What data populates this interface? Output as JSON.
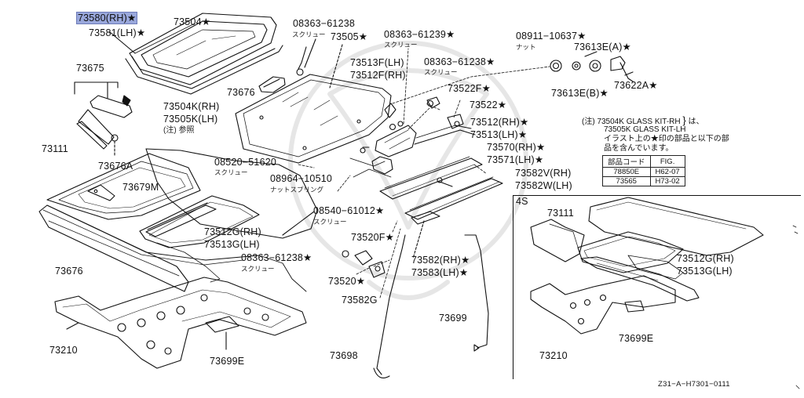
{
  "labels": {
    "p73580": "73580(RH)★",
    "p73581": "73581(LH)★",
    "p73504": "73504★",
    "p08363_61238a": "08363−61238",
    "p73505": "73505★",
    "p08363_61239": "08363−61239★",
    "p08911": "08911−10637★",
    "p73613E_A": "73613E(A)★",
    "p73675": "73675",
    "p73513F": "73513F(LH)",
    "p73512F": "73512F(RH)",
    "p08363_61238b": "08363−61238★",
    "p73676_top": "73676",
    "p73622A": "73622A★",
    "p73613E_B": "73613E(B)★",
    "p73522F": "73522F★",
    "p73504K": "73504K(RH)",
    "p73505K": "73505K(LH)",
    "p73522": "73522★",
    "p73512_RH": "73512(RH)★",
    "p73513_LH": "73513(LH)★",
    "p73570": "73570(RH)★",
    "p73571": "73571(LH)★",
    "p73111_main": "73111",
    "p08520": "08520−51620",
    "p73582V": "73582V(RH)",
    "p73582W": "73582W(LH)",
    "p73676A": "73676A",
    "p08964": "08964−10510",
    "p73679M": "73679M",
    "p08540": "08540−61012★",
    "p73512G_main": "73512G(RH)",
    "p73513G_main": "73513G(LH)",
    "p73520F": "73520F★",
    "p08363_61238c": "08363−61238★",
    "p73582_RH": "73582(RH)★",
    "p73583_LH": "73583(LH)★",
    "p73676_main": "73676",
    "p73520": "73520★",
    "p73582G": "73582G",
    "p73699": "73699",
    "p73210_main": "73210",
    "p73699E_main": "73699E",
    "p73698": "73698",
    "p4S": "4S",
    "p73111_inset": "73111",
    "p73512G_inset": "73512G(RH)",
    "p73513G_inset": "73513G(LH)",
    "p73210_inset": "73210",
    "p73699E_inset": "73699E"
  },
  "subs": {
    "screw1": "スクリュー",
    "screw2": "スクリュー",
    "screw3": "スクリュー",
    "screw4": "スクリュー",
    "screw5": "スクリュー",
    "screw6": "スクリュー",
    "nut": "ナット",
    "nutspring": "ナットスプリング",
    "see_note": "(注) 参照"
  },
  "note": {
    "line1": "(注) 73504K GLASS KIT-RH",
    "line1b": "は、",
    "line2": "73505K GLASS KIT-LH",
    "line3": "イラスト上の★印の部品と以下の部",
    "line4": "品を含んでいます。"
  },
  "table": {
    "headers": [
      "部品コード",
      "FIG."
    ],
    "rows": [
      [
        "78850E",
        "H62-07"
      ],
      [
        "73565",
        "H73-02"
      ]
    ]
  },
  "figure_id": "Z31−A−H7301−0111"
}
